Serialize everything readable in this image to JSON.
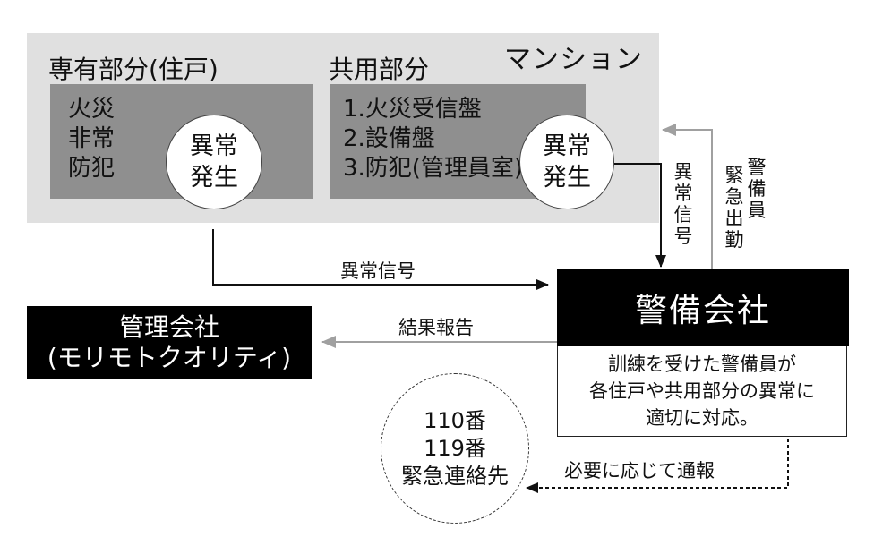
{
  "mansion": {
    "label": "マンション",
    "private_title": "専有部分(住戸)",
    "private_items": [
      "火災",
      "非常",
      "防犯"
    ],
    "private_event": [
      "異常",
      "発生"
    ],
    "common_title": "共用部分",
    "common_items": [
      "1.火災受信盤",
      "2.設備盤",
      "3.防犯(管理員室)"
    ],
    "common_event": [
      "異常",
      "発生"
    ]
  },
  "security_company": {
    "name": "警備会社",
    "description": [
      "訓練を受けた警備員が",
      "各住戸や共用部分の異常に",
      "適切に対応。"
    ]
  },
  "management_company": {
    "lines": [
      "管理会社",
      "(モリモトクオリティ)"
    ]
  },
  "emergency": {
    "lines": [
      "110番",
      "119番",
      "緊急連絡先"
    ]
  },
  "arrows": {
    "alarm_signal_horizontal": "異常信号",
    "alarm_signal_vertical": [
      "異",
      "常",
      "信",
      "号"
    ],
    "guard_dispatch_col1": [
      "緊",
      "急",
      "出",
      "勤"
    ],
    "guard_dispatch_col2": [
      "警",
      "備",
      "員"
    ],
    "result_report": "結果報告",
    "notify_if_needed": "必要に応じて通報"
  },
  "colors": {
    "mansion_bg": "#e0e0e0",
    "panel_bg": "#8f8f8f",
    "black_box": "#000000",
    "gray_arrow": "#a0a0a0"
  }
}
